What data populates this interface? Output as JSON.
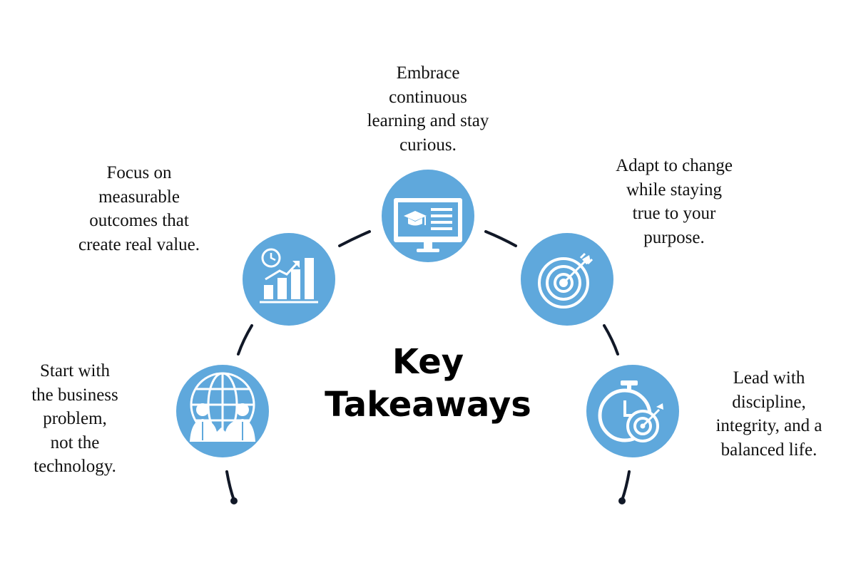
{
  "title": {
    "line1": "Key",
    "line2": "Takeaways"
  },
  "colors": {
    "circle_fill": "#5fa8dc",
    "arc_stroke": "#111827",
    "icon_fill": "#ffffff"
  },
  "items": [
    {
      "icon": "globe-business-icon",
      "text": "Start with\nthe business\nproblem,\nnot the\ntechnology."
    },
    {
      "icon": "growth-chart-icon",
      "text": "Focus on\nmeasurable\noutcomes that\ncreate real value."
    },
    {
      "icon": "online-learning-icon",
      "text": "Embrace\ncontinuous\nlearning and stay\ncurious."
    },
    {
      "icon": "target-icon",
      "text": "Adapt to change\nwhile staying\ntrue to your\npurpose."
    },
    {
      "icon": "stopwatch-target-icon",
      "text": "Lead with\ndiscipline,\nintegrity, and a\nbalanced life."
    }
  ]
}
